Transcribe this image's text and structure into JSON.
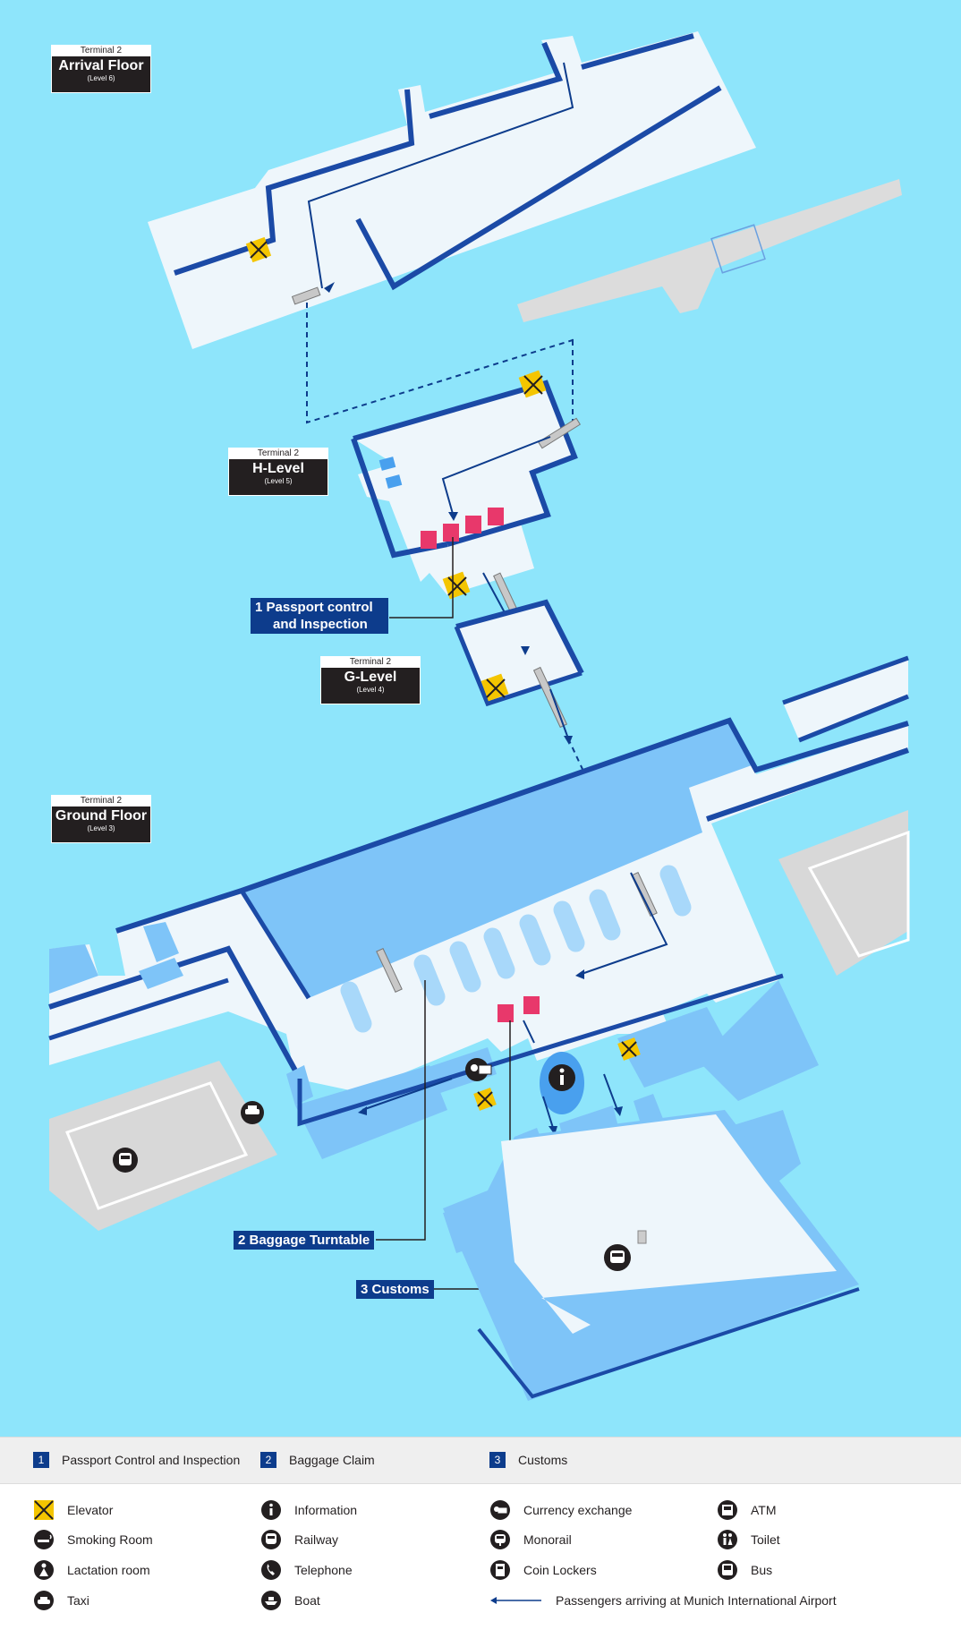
{
  "levels": {
    "arrival": {
      "terminal": "Terminal 2",
      "name": "Arrival Floor",
      "sub": "(Level 6)"
    },
    "h": {
      "terminal": "Terminal 2",
      "name": "H-Level",
      "sub": "(Level 5)"
    },
    "g": {
      "terminal": "Terminal 2",
      "name": "G-Level",
      "sub": "(Level 4)"
    },
    "ground": {
      "terminal": "Terminal 2",
      "name": "Ground Floor",
      "sub": "(Level 3)"
    }
  },
  "callouts": {
    "passport_line1": "1 Passport control",
    "passport_line2": "and Inspection",
    "baggage": "2 Baggage Turntable",
    "customs": "3 Customs"
  },
  "steps": [
    {
      "num": "1",
      "label": "Passport Control and Inspection"
    },
    {
      "num": "2",
      "label": "Baggage Claim"
    },
    {
      "num": "3",
      "label": "Customs"
    }
  ],
  "legend": {
    "elevator": "Elevator",
    "smoking": "Smoking Room",
    "lactation": "Lactation room",
    "taxi": "Taxi",
    "information": "Information",
    "railway": "Railway",
    "telephone": "Telephone",
    "boat": "Boat",
    "currency": "Currency exchange",
    "monorail": "Monorail",
    "lockers": "Coin Lockers",
    "route": "Passengers arriving at Munich International Airport",
    "atm": "ATM",
    "toilet": "Toilet",
    "bus": "Bus"
  },
  "colors": {
    "sea": "#8ee5fb",
    "floor": "#eef6fb",
    "wall": "#1b4aa6",
    "zone": "#7ec4f8",
    "route": "#0d3c8c",
    "elevator": "#f4c500",
    "counter": "#e8386b"
  }
}
